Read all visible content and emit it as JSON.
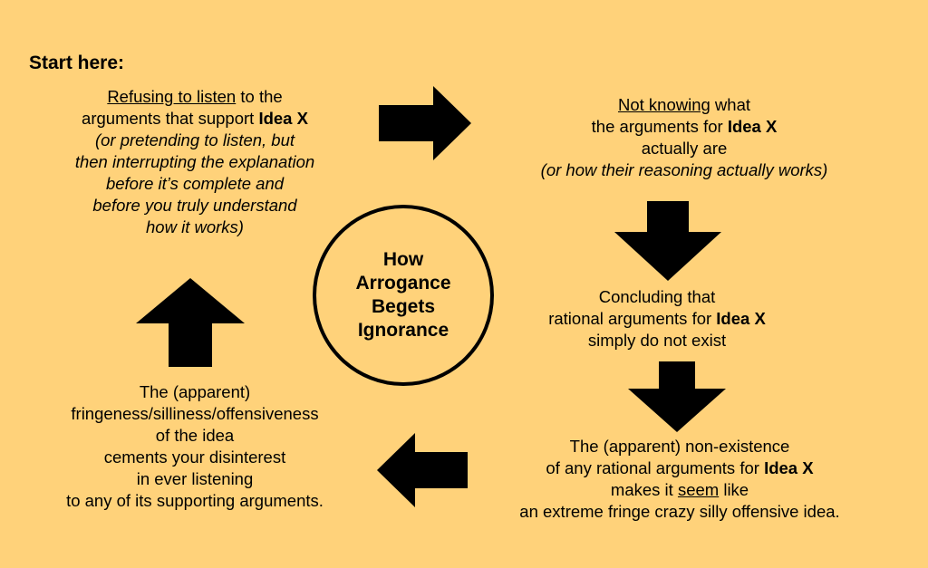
{
  "start_label": "Start here:",
  "center": {
    "lines": [
      "How",
      "Arrogance",
      "Begets",
      "Ignorance"
    ]
  },
  "blocks": {
    "refusing": {
      "l1_u": "Refusing to listen",
      "l1_rest": " to the",
      "l2_pre": "arguments that support ",
      "l2_bold": "Idea X",
      "italic_lines": [
        "(or pretending to listen, but",
        "then interrupting the explanation",
        "before it’s complete and",
        "before you truly understand",
        "how it works)"
      ]
    },
    "not_knowing": {
      "l1_u": "Not knowing",
      "l1_rest": " what",
      "l2_pre": "the arguments for ",
      "l2_bold": "Idea X",
      "l3": "actually are",
      "l4_italic": "(or how their reasoning actually works)"
    },
    "concluding": {
      "l1": "Concluding that",
      "l2_pre": "rational arguments for ",
      "l2_bold": "Idea X",
      "l3": "simply do not exist"
    },
    "nonexistence": {
      "l1": "The (apparent) non-existence",
      "l2_pre": "of any rational arguments for ",
      "l2_bold": "Idea X",
      "l3_pre": "makes it ",
      "l3_u": "seem",
      "l3_post": " like",
      "l4": "an extreme fringe crazy silly offensive idea."
    },
    "fringeness": {
      "lines": [
        "The (apparent)",
        "fringeness/silliness/offensiveness",
        "of the idea",
        "cements your disinterest",
        "in ever listening",
        "to any of its supporting arguments."
      ]
    }
  },
  "colors": {
    "background": "#ffd27a",
    "ink": "#000000"
  }
}
